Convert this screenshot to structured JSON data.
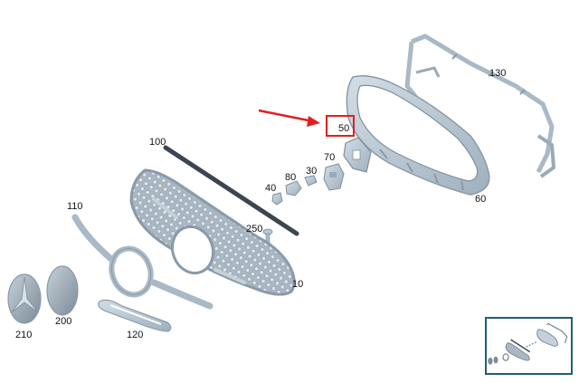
{
  "diagram": {
    "type": "exploded-parts-diagram",
    "subject": "front radiator grille assembly",
    "highlighted_part": "50",
    "colors": {
      "part_fill": "#b9c8d4",
      "part_stroke": "#8a9aa8",
      "part_dark": "#6f7f8c",
      "seal_strip": "#3d4650",
      "arrow": "#e02020",
      "highlight_box": "#e02020",
      "thumbnail_border": "#1f5f73"
    }
  },
  "callouts": [
    {
      "id": "c10",
      "label": "10",
      "part": "grille"
    },
    {
      "id": "c30",
      "label": "30",
      "part": "clip"
    },
    {
      "id": "c40",
      "label": "40",
      "part": "clip"
    },
    {
      "id": "c50",
      "label": "50",
      "part": "bracket",
      "highlighted": true
    },
    {
      "id": "c60",
      "label": "60",
      "part": "grille frame"
    },
    {
      "id": "c70",
      "label": "70",
      "part": "holder"
    },
    {
      "id": "c80",
      "label": "80",
      "part": "clip"
    },
    {
      "id": "c100",
      "label": "100",
      "part": "seal strip"
    },
    {
      "id": "c110",
      "label": "110",
      "part": "trim frame"
    },
    {
      "id": "c120",
      "label": "120",
      "part": "lower trim strip"
    },
    {
      "id": "c130",
      "label": "130",
      "part": "carrier"
    },
    {
      "id": "c200",
      "label": "200",
      "part": "cover"
    },
    {
      "id": "c210",
      "label": "210",
      "part": "emblem"
    },
    {
      "id": "c250",
      "label": "250",
      "part": "screw"
    }
  ],
  "thumbnail": {
    "label": "overview-thumbnail"
  }
}
